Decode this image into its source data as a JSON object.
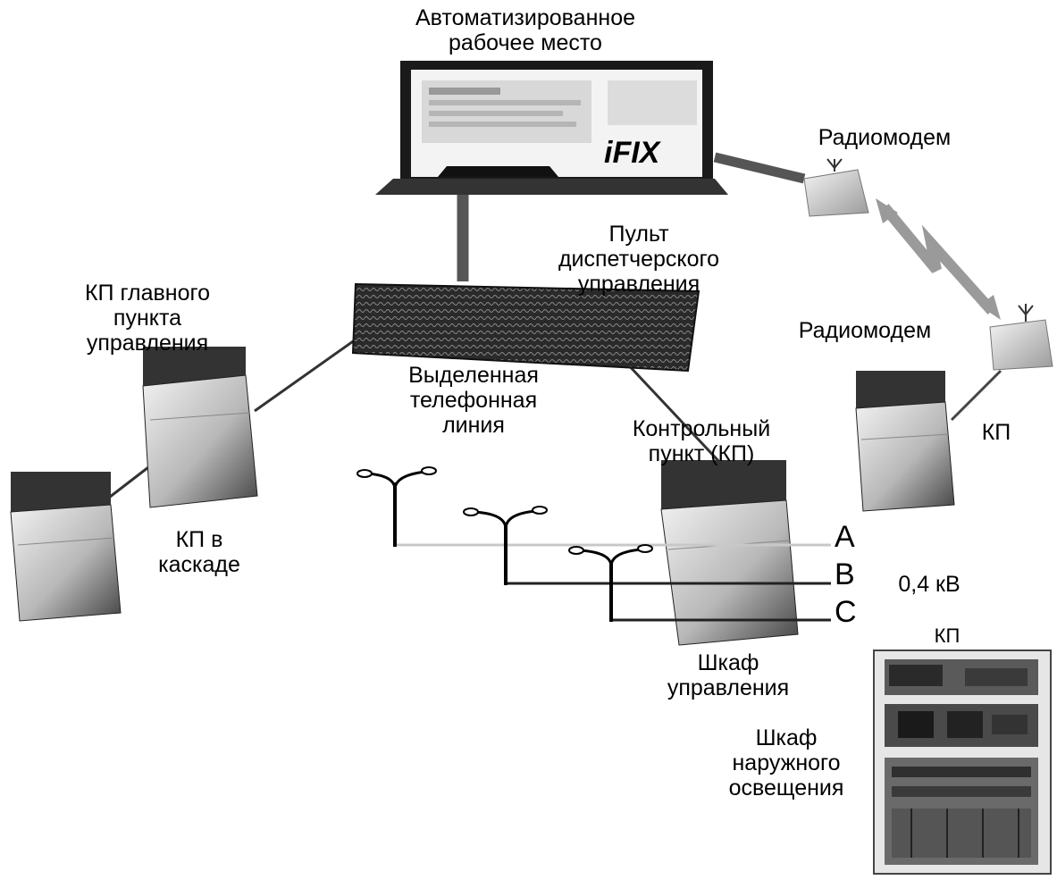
{
  "labels": {
    "workstation": [
      "Автоматизированное",
      "рабочее место"
    ],
    "radiomodem_top": "Радиомодем",
    "radiomodem_bottom": "Радиомодем",
    "console": [
      "Пульт",
      "диспетчерского",
      "управления"
    ],
    "main_kp": [
      "КП главного",
      "пункта",
      "управления"
    ],
    "leased_line": [
      "Выделенная",
      "телефонная",
      "линия"
    ],
    "control_point": [
      "Контрольный",
      "пункт (КП)"
    ],
    "kp_right": "КП",
    "kp_cascade": [
      "КП в",
      "каскаде"
    ],
    "phase_a": "A",
    "phase_b": "B",
    "phase_c": "C",
    "voltage": "0,4 кВ",
    "kp_photo": "КП",
    "control_cabinet": [
      "Шкаф",
      "управления"
    ],
    "outdoor_cabinet": [
      "Шкаф",
      "наружного",
      "освещения"
    ],
    "software_logo": "iFIX"
  }
}
